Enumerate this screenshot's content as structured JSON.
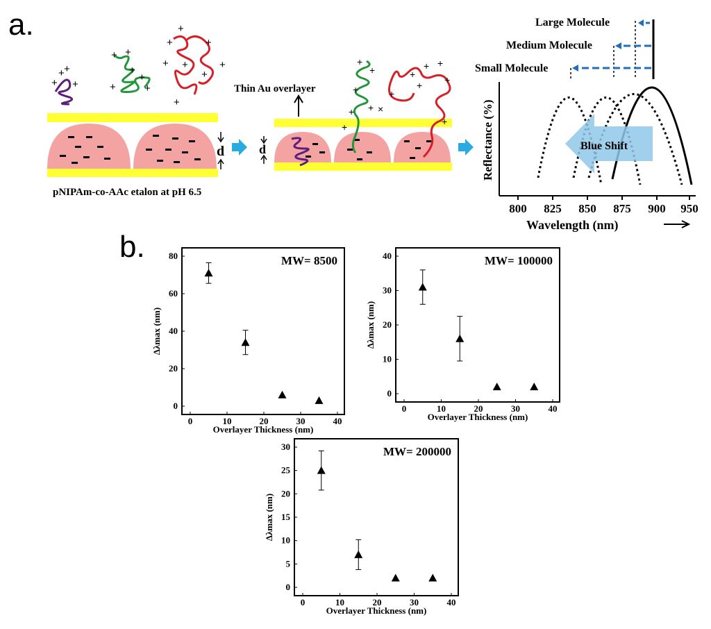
{
  "panels": {
    "a": "a.",
    "b": "b."
  },
  "schematic": {
    "etalon_caption": "pNIPAm-co-AAc etalon at pH 6.5",
    "overlayer_label": "Thin Au overlayer",
    "gap_label": "d",
    "shift_label": "Blue Shift",
    "molecule_labels": [
      "Large Molecule",
      "Medium Molecule",
      "Small Molecule"
    ],
    "ylabel": "Reflectance (%)",
    "xlabel": "Wavelength (nm)",
    "xticks": [
      800,
      825,
      850,
      875,
      900,
      950
    ],
    "colors": {
      "au": "#ffff33",
      "gel": "#f4a3a3",
      "arrow": "#29abe2",
      "dash": "#1f6fbf",
      "small": "#5b1f7a",
      "medium": "#22963a",
      "large": "#d61f26"
    }
  },
  "chart_data": [
    {
      "type": "scatter",
      "title": "MW= 8500",
      "xlabel": "Overlayer Thickness (nm)",
      "ylabel": "Δλmax (nm)",
      "xlim": [
        0,
        40
      ],
      "ylim": [
        0,
        80
      ],
      "xticks": [
        0,
        10,
        20,
        30,
        40
      ],
      "yticks": [
        0,
        20,
        40,
        60,
        80
      ],
      "x": [
        5,
        15,
        25,
        35
      ],
      "y": [
        71,
        34,
        6,
        3
      ],
      "err": [
        5.5,
        6.5,
        0,
        0
      ]
    },
    {
      "type": "scatter",
      "title": "MW= 100000",
      "xlabel": "Overlayer Thickness (nm)",
      "ylabel": "Δλmax (nm)",
      "xlim": [
        0,
        40
      ],
      "ylim": [
        0,
        40
      ],
      "xticks": [
        0,
        10,
        20,
        30,
        40
      ],
      "yticks": [
        0,
        10,
        20,
        30,
        40
      ],
      "x": [
        5,
        15,
        25,
        35
      ],
      "y": [
        31,
        16,
        2,
        2
      ],
      "err": [
        5,
        6.5,
        0,
        0
      ]
    },
    {
      "type": "scatter",
      "title": "MW= 200000",
      "xlabel": "Overlayer Thickness (nm)",
      "ylabel": "Δλmax (nm)",
      "xlim": [
        0,
        40
      ],
      "ylim": [
        0,
        30
      ],
      "xticks": [
        0,
        10,
        20,
        30,
        40
      ],
      "yticks": [
        0,
        5,
        10,
        15,
        20,
        25,
        30
      ],
      "x": [
        5,
        15,
        25,
        35
      ],
      "y": [
        25,
        7,
        2,
        2
      ],
      "err": [
        4.2,
        3.2,
        0,
        0
      ]
    }
  ]
}
